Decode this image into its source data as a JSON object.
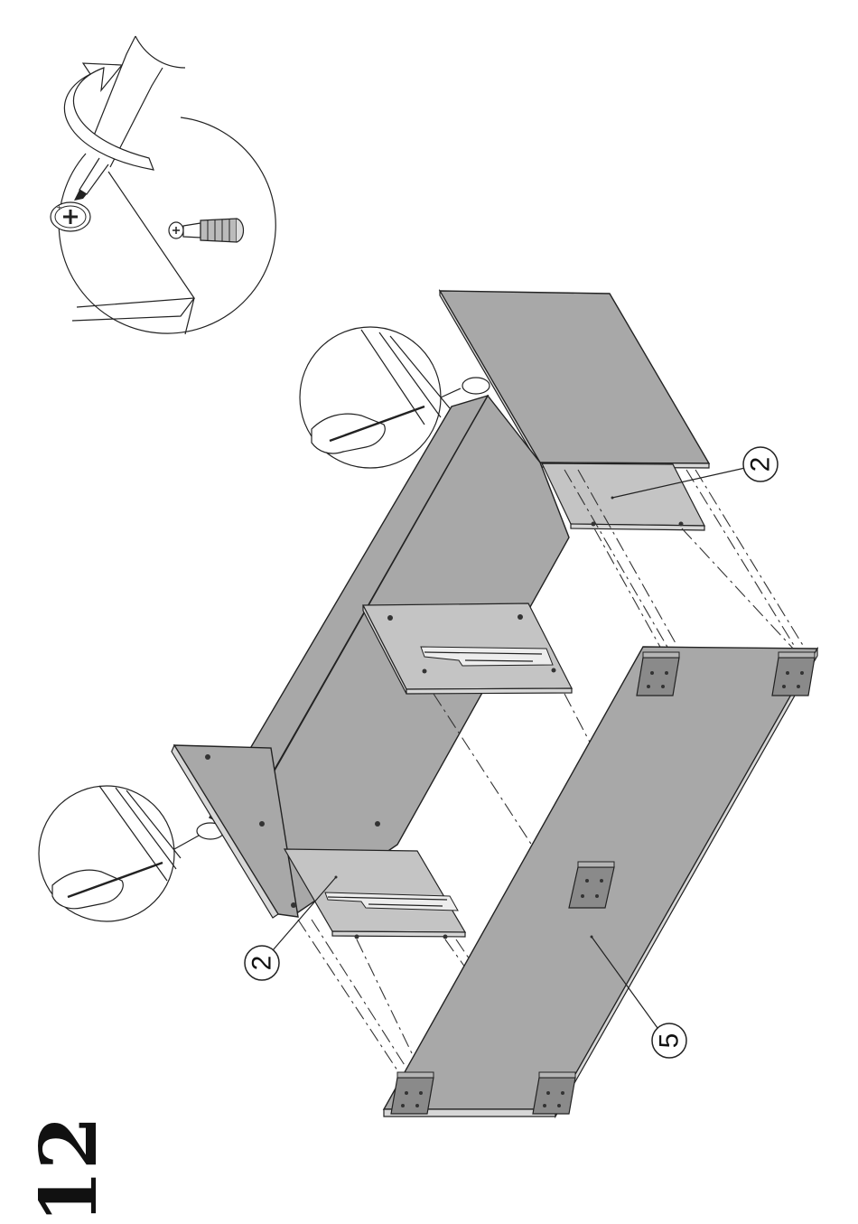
{
  "step": {
    "number": "12"
  },
  "callouts": [
    {
      "id": "part-2-right",
      "label": "2"
    },
    {
      "id": "part-2-left",
      "label": "2"
    },
    {
      "id": "part-5",
      "label": "5"
    }
  ],
  "icons": {
    "screwdriver": "screwdriver-icon",
    "rotation_arrow": "clockwise-rotation-icon",
    "phillips_head": "phillips-screw-head-icon",
    "confirmat_screw": "confirmat-screw-icon",
    "hand_pencil": "hand-with-pencil-icon"
  },
  "colors": {
    "panel": "#a8a8a8",
    "line": "#222222",
    "background": "#ffffff"
  }
}
